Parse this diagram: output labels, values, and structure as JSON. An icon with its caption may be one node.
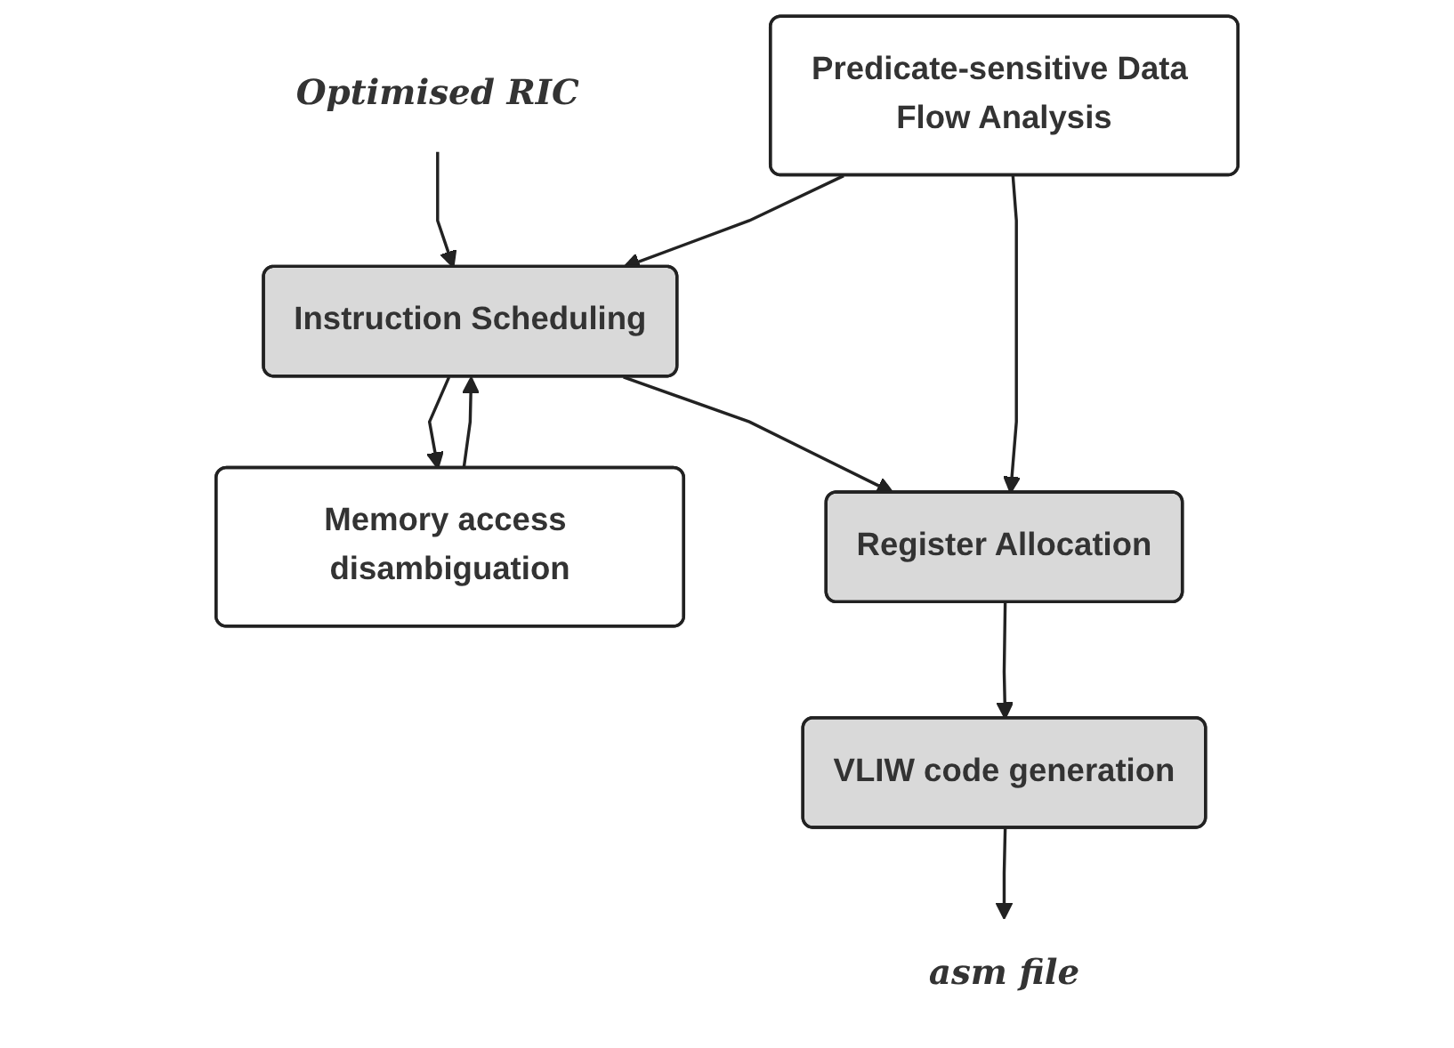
{
  "diagram": {
    "nodes": [
      {
        "text": [
          "Optimised RIC"
        ]
      },
      {
        "text": [
          "Instruction Scheduling"
        ]
      },
      {
        "text": [
          "Memory access disambiguation"
        ]
      },
      {
        "text": [
          "Predicate-sensitive Data Flow Analysis"
        ]
      },
      {
        "text": [
          "Register Allocation"
        ]
      },
      {
        "text": [
          "VLIW code generation"
        ]
      },
      {
        "text": [
          "asm file"
        ]
      }
    ],
    "edges": [
      {
        "from": 0,
        "to": 1,
        "arrow": "to"
      },
      {
        "from": 1,
        "to": 2,
        "arrow": "to"
      },
      {
        "from": 2,
        "to": 1,
        "arrow": "to"
      },
      {
        "from": 3,
        "to": 1,
        "arrow": "to"
      },
      {
        "from": 1,
        "to": 4,
        "arrow": "to"
      },
      {
        "from": 3,
        "to": 4,
        "arrow": "to"
      },
      {
        "from": 4,
        "to": 5,
        "arrow": "to"
      },
      {
        "from": 5,
        "to": 6,
        "arrow": "to"
      }
    ]
  }
}
